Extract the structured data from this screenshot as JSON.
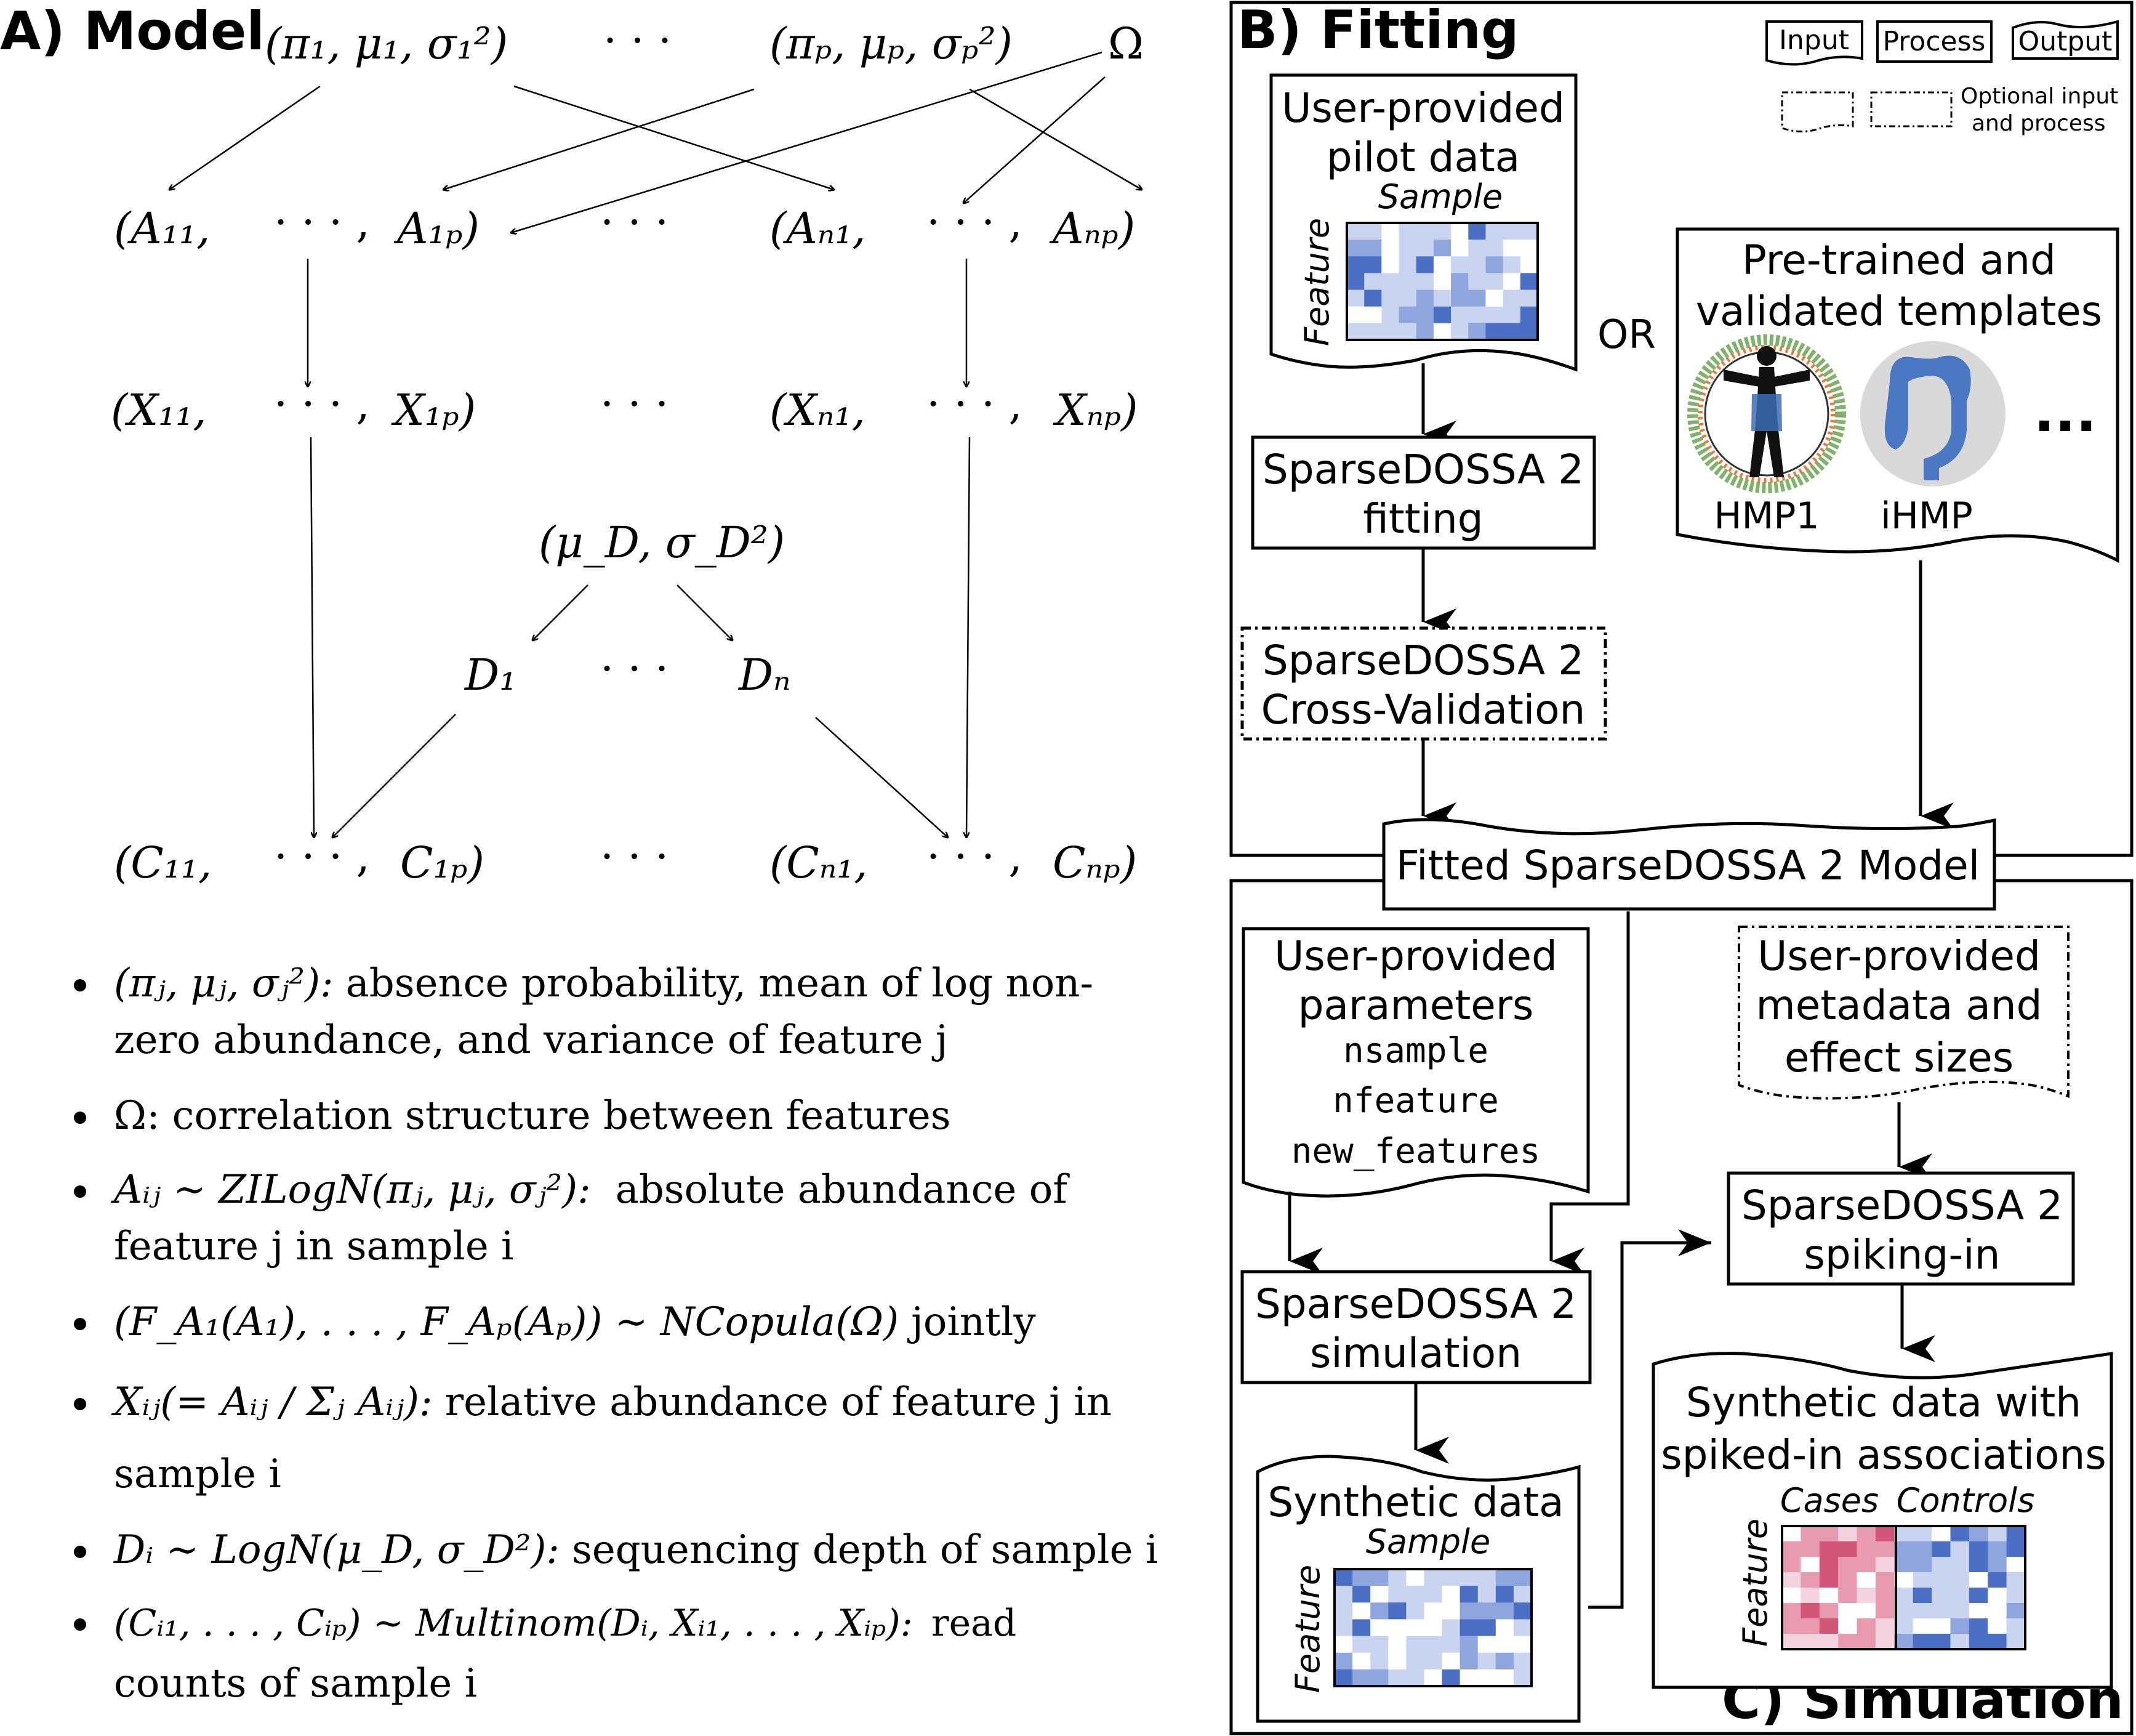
{
  "panel_a": {
    "title": "A) Model",
    "params_1": "(π₁, μ₁, σ₁²)",
    "params_p": "(πₚ, μₚ, σₚ²)",
    "omega": "Ω",
    "a_row": [
      "(A₁₁,",
      "A₁ₚ)",
      "(Aₙ₁,",
      "Aₙₚ)"
    ],
    "x_row": [
      "(X₁₁,",
      "X₁ₚ)",
      "(Xₙ₁,",
      "Xₙₚ)"
    ],
    "d_params": "(μ_D, σ_D²)",
    "d1": "D₁",
    "dn": "Dₙ",
    "c_row": [
      "(C₁₁,",
      "C₁ₚ)",
      "(Cₙ₁,",
      "Cₙₚ)"
    ],
    "hellip": "· · ·",
    "inner_dots": "· · · ,",
    "bullets": [
      {
        "math": "(πⱼ, μⱼ, σⱼ²):",
        "text1": "absence probability, mean of log non-",
        "text2": "zero abundance, and variance of feature j"
      },
      {
        "math": "Ω:",
        "text1": "correlation structure between features",
        "text2": ""
      },
      {
        "math": "Aᵢⱼ ∼ ZILogN(πⱼ, μⱼ, σⱼ²):",
        "text1": "absolute abundance of",
        "text2": "feature j in sample i"
      },
      {
        "math": "(F_A₁(A₁), . . . , F_Aₚ(Aₚ)) ∼ NCopula(Ω)",
        "text1": "jointly",
        "text2": ""
      },
      {
        "math": "Xᵢⱼ(= Aᵢⱼ / Σⱼ Aᵢⱼ):",
        "text1": "relative abundance of feature j in",
        "text2": "sample i"
      },
      {
        "math": "Dᵢ ∼ LogN(μ_D, σ_D²):",
        "text1": "sequencing depth of sample i",
        "text2": ""
      },
      {
        "math": "(Cᵢ₁, . . . , Cᵢₚ) ∼ Multinom(Dᵢ, Xᵢ₁, . . . , Xᵢₚ):",
        "text1": "read",
        "text2": "counts of sample i"
      }
    ]
  },
  "panel_b": {
    "title": "B) Fitting",
    "legend": {
      "input": "Input",
      "process": "Process",
      "output": "Output",
      "optional_line1": "Optional input",
      "optional_line2": "and process"
    },
    "pilot": {
      "line1": "User-provided",
      "line2": "pilot data",
      "sample": "Sample",
      "feature": "Feature"
    },
    "or": "OR",
    "templates": {
      "line1": "Pre-trained and",
      "line2": "validated templates",
      "hmp1": "HMP1",
      "ihmp": "iHMP",
      "more": "..."
    },
    "fitting": {
      "line1": "SparseDOSSA 2",
      "line2": "fitting"
    },
    "cv": {
      "line1": "SparseDOSSA 2",
      "line2": "Cross-Validation"
    },
    "fitted_model": "Fitted SparseDOSSA 2 Model"
  },
  "panel_c": {
    "title": "C) Simulation",
    "params": {
      "line1": "User-provided",
      "line2": "parameters",
      "p1": "nsample",
      "p2": "nfeature",
      "p3": "new_features"
    },
    "metadata": {
      "line1": "User-provided",
      "line2": "metadata and",
      "line3": "effect sizes"
    },
    "simulation": {
      "line1": "SparseDOSSA 2",
      "line2": "simulation"
    },
    "spiking": {
      "line1": "SparseDOSSA 2",
      "line2": "spiking-in"
    },
    "synthetic": {
      "line1": "Synthetic data",
      "sample": "Sample",
      "feature": "Feature"
    },
    "synthetic_spiked": {
      "line1": "Synthetic data with",
      "line2": "spiked-in associations",
      "cases": "Cases",
      "controls": "Controls",
      "feature": "Feature"
    }
  },
  "colors": {
    "blue_dark": "#4a6fc4",
    "blue_mid": "#8ea6dd",
    "blue_light": "#c9d5f0",
    "red_dark": "#d2557a",
    "red_mid": "#e89ab1",
    "red_light": "#f5d3de",
    "grey_circle": "#d9d9d9",
    "organ_blue": "#4a78c2"
  }
}
